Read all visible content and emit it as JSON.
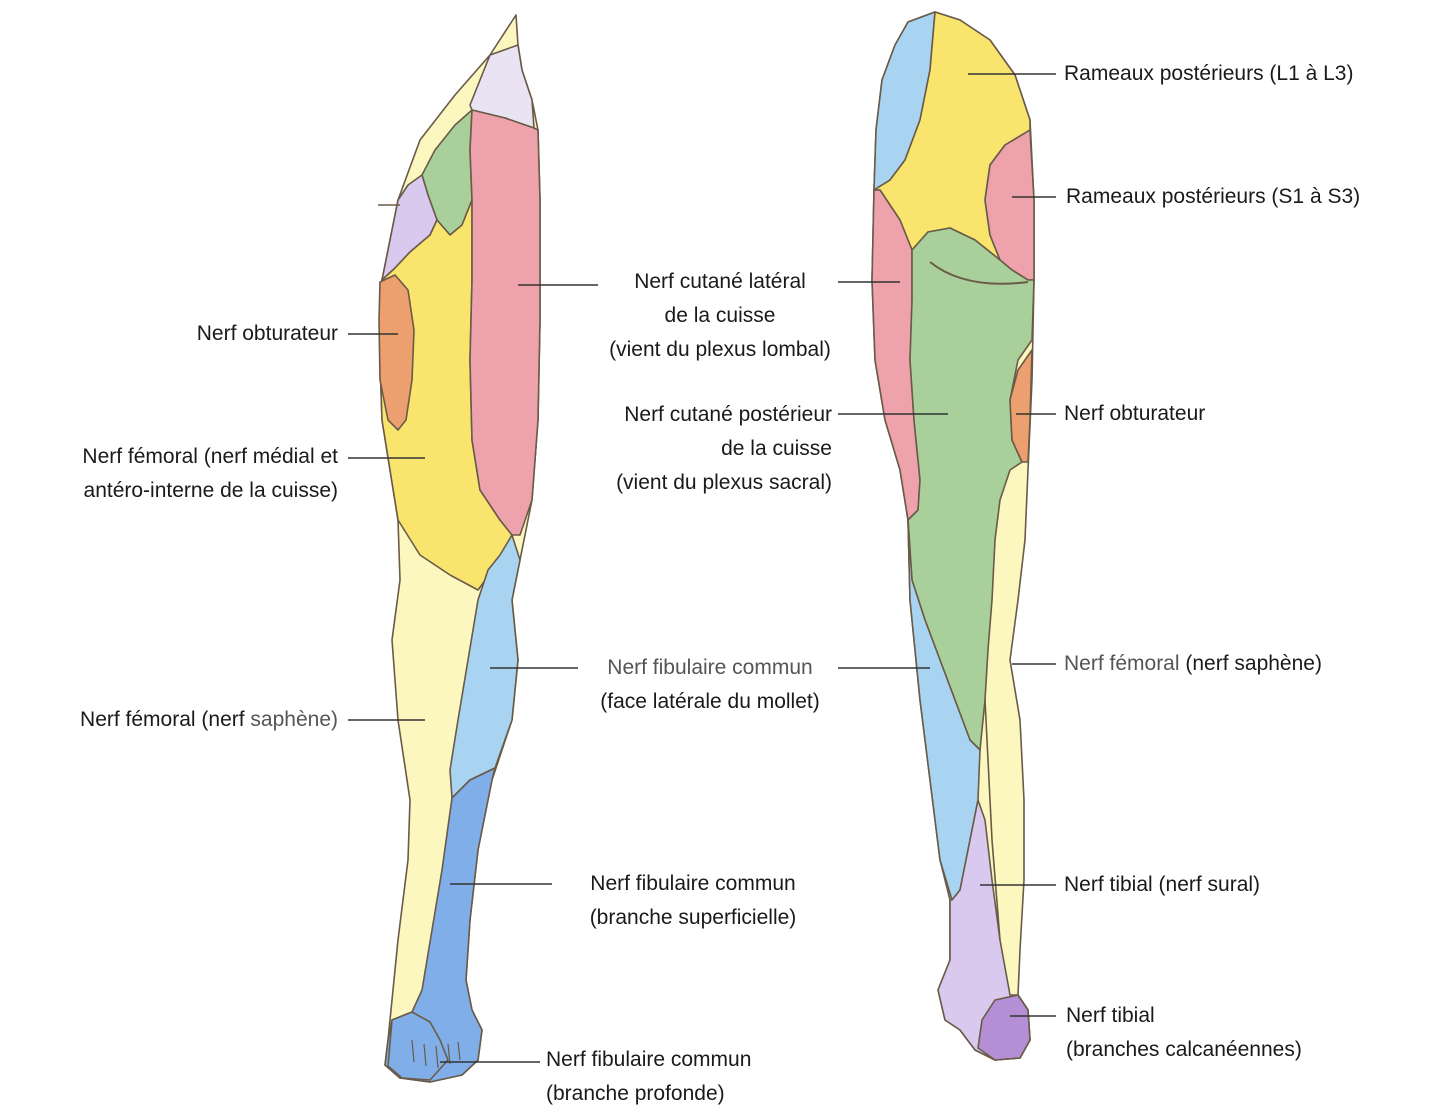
{
  "colors": {
    "yellow": "#f9e56e",
    "pale_yellow": "#fcf7bf",
    "pink": "#eea3ac",
    "green": "#a9d09a",
    "orange": "#eda06f",
    "lavender": "#d9c9ef",
    "light_lavender": "#e9e3f4",
    "light_blue": "#a8d4f1",
    "blue": "#7faee9",
    "purple": "#b48fd6",
    "outline": "#6a5a48",
    "leader": "#333333"
  },
  "front_labels": {
    "obturateur": "Nerf obturateur",
    "femoral_medial_1": "Nerf fémoral (nerf médial et",
    "femoral_medial_2": "antéro-interne de la cuisse)",
    "femoral_saphene_a": "Nerf fémoral (nerf ",
    "femoral_saphene_b": "saphène)",
    "cutane_lateral_1": "Nerf cutané latéral",
    "cutane_lateral_2": "de la cuisse",
    "cutane_lateral_3": "(vient du plexus lombal)",
    "fibulaire_lateral_1": "Nerf fibulaire commun",
    "fibulaire_lateral_2": "(face latérale du mollet)",
    "fibulaire_superficielle_1": "Nerf fibulaire commun",
    "fibulaire_superficielle_2": "(branche superficielle)",
    "fibulaire_profonde_1": "Nerf fibulaire commun",
    "fibulaire_profonde_2": "(branche profonde)"
  },
  "back_labels": {
    "cutane_posterieur_1": "Nerf cutané postérieur",
    "cutane_posterieur_2": "de la cuisse",
    "cutane_posterieur_3": "(vient du plexus sacral)",
    "rameaux_L": "Rameaux postérieurs (L1 à L3)",
    "rameaux_S": "Rameaux postérieurs (S1 à S3)",
    "obturateur": "Nerf obturateur",
    "femoral_saphene_a": "Nerf fémoral ",
    "femoral_saphene_b": "(nerf saphène)",
    "tibial_sural": "Nerf tibial (nerf sural)",
    "tibial_calc_1": "Nerf tibial",
    "tibial_calc_2": "(branches calcanéennes)"
  }
}
